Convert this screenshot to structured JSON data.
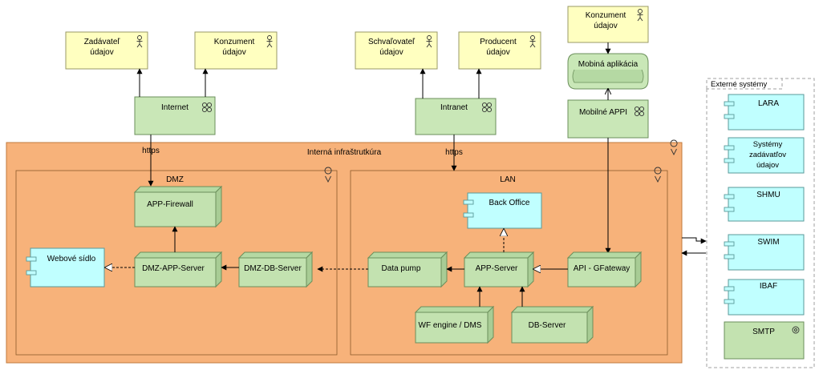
{
  "actors": {
    "zadavatel": "Zadávateľ údajov",
    "konzument1": "Konzument údajov",
    "schvalovatel": "Schvaľovateľ údajov",
    "producent": "Producent údajov",
    "konzument2": "Konzument údajov"
  },
  "networks": {
    "internet": "Internet",
    "intranet": "Intranet",
    "mobilne_api": "Mobilné APPI"
  },
  "mobile_app": "Mobiná aplikácia",
  "infra": {
    "title": "Interná infraštrutkúra",
    "dmz": "DMZ",
    "lan": "LAN"
  },
  "edge_labels": {
    "https_internet": "https",
    "https_intranet": "https"
  },
  "nodes": {
    "app_firewall": "APP-Firewall",
    "dmz_app_server": "DMZ-APP-Server",
    "dmz_db_server": "DMZ-DB-Server",
    "data_pump": "Data pump",
    "app_server": "APP-Server",
    "api_gateway": "API - GFateway",
    "wf_engine": "WF engine / DMS",
    "db_server": "DB-Server"
  },
  "components": {
    "webove_sidlo": "Webové sídlo",
    "back_office": "Back Office"
  },
  "external": {
    "title": "Externé systémy",
    "lara": "LARA",
    "systemy": "Systémy zadávatľov údajov",
    "shmu": "SHMU",
    "swim": "SWIM",
    "ibaf": "IBAF",
    "smtp": "SMTP"
  },
  "colors": {
    "actor_fill": "#ffffc0",
    "network_fill": "#c9e7b7",
    "node_fill": "#b5d9a3",
    "component_fill": "#c0ffff",
    "infra_fill": "#f7b27a"
  }
}
